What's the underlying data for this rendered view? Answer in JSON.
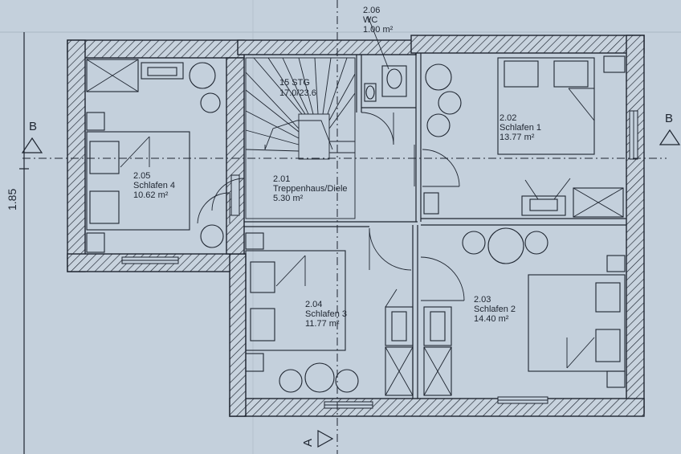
{
  "rooms": [
    {
      "number": "2.06",
      "name": "WC",
      "area": "1.00 m²"
    },
    {
      "number": "2.05",
      "name": "Schlafen 4",
      "area": "10.62 m²"
    },
    {
      "number": "2.01",
      "name": "Treppenhaus/Diele",
      "area": "5.30 m²"
    },
    {
      "number": "2.02",
      "name": "Schlafen 1",
      "area": "13.77 m²"
    },
    {
      "number": "2.04",
      "name": "Schlafen 3",
      "area": "11.77 m²"
    },
    {
      "number": "2.03",
      "name": "Schlafen 2",
      "area": "14.40 m²"
    }
  ],
  "stairs": {
    "steps": "15 STG",
    "ratio": "17.0/23.6"
  },
  "sections": {
    "left": "B",
    "right": "B",
    "bottom": "A"
  },
  "dimension": "1.85",
  "colors": {
    "paper": "#c4d0dc",
    "ink": "#1e2530"
  }
}
